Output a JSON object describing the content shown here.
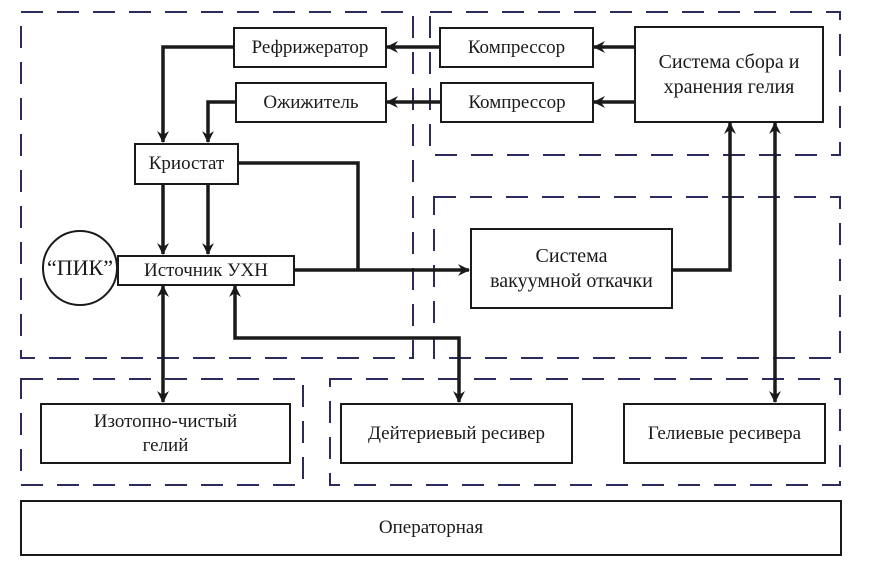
{
  "diagram": {
    "nodes": {
      "refrigerator": "Рефрижератор",
      "liquefier": "Ожижитель",
      "compressor_1": "Компрессор",
      "compressor_2": "Компрессор",
      "helium_system_line1": "Система сбора и",
      "helium_system_line2": "хранения гелия",
      "cryostat": "Криостат",
      "ucn_source": "Источник УХН",
      "pik_reactor": "“ПИК”",
      "vacuum_line1": "Система",
      "vacuum_line2": "вакуумной откачки",
      "isotope_line1": "Изотопно-чистый",
      "isotope_line2": "гелий",
      "deuterium_receiver": "Дейтериевый ресивер",
      "helium_receivers": "Гелиевые ресивера",
      "operator_room": "Операторная"
    },
    "groups": [
      "cryogenic-group",
      "compressor-storage-group",
      "vacuum-group",
      "isotope-helium-group",
      "receivers-group"
    ],
    "edges": [
      {
        "from": "helium_system",
        "to": "compressor_1",
        "type": "arrow"
      },
      {
        "from": "helium_system",
        "to": "compressor_2",
        "type": "arrow"
      },
      {
        "from": "compressor_1",
        "to": "refrigerator",
        "type": "arrow"
      },
      {
        "from": "compressor_2",
        "to": "liquefier",
        "type": "arrow"
      },
      {
        "from": "refrigerator",
        "to": "cryostat",
        "type": "arrow"
      },
      {
        "from": "liquefier",
        "to": "cryostat",
        "type": "arrow"
      },
      {
        "from": "cryostat",
        "to": "ucn_source",
        "type": "double-arrow-down"
      },
      {
        "from": "cryostat",
        "to": "vacuum_system",
        "type": "line-join"
      },
      {
        "from": "ucn_source",
        "to": "vacuum_system",
        "type": "arrow"
      },
      {
        "from": "vacuum_system",
        "to": "helium_system",
        "type": "arrow"
      },
      {
        "from": "ucn_source",
        "to": "isotope_helium",
        "type": "bidirectional"
      },
      {
        "from": "ucn_source",
        "to": "deuterium_receiver",
        "type": "bidirectional"
      },
      {
        "from": "helium_system",
        "to": "helium_receivers",
        "type": "bidirectional"
      }
    ],
    "colors": {
      "line": "#1a1a1a",
      "dashed_group": "#2b2b5e",
      "background": "#ffffff"
    }
  }
}
